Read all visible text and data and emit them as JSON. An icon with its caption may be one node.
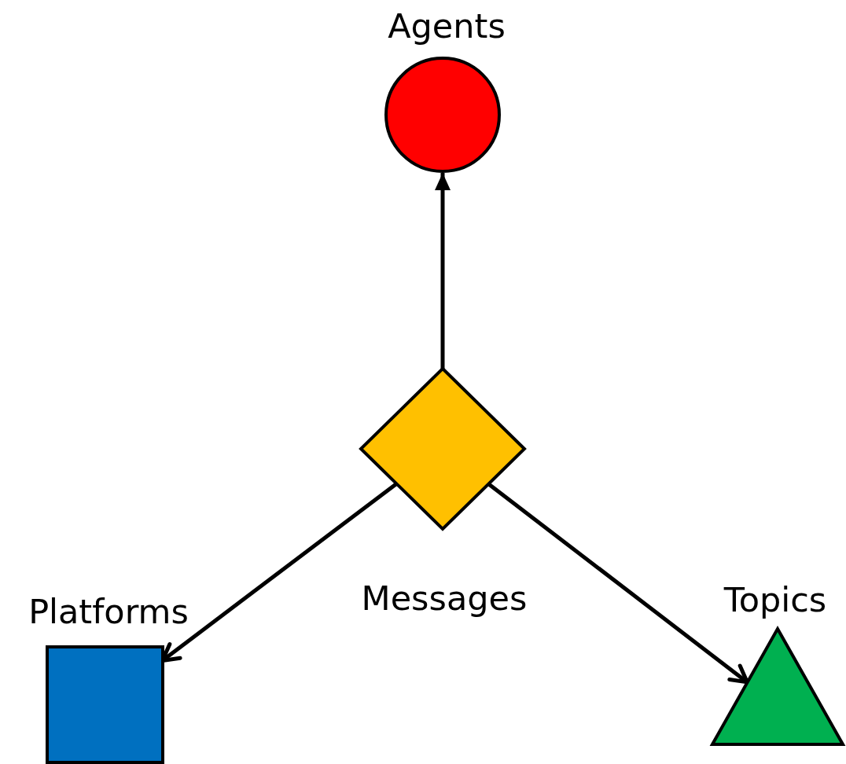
{
  "diagram": {
    "nodes": [
      {
        "text": [
          "Agents"
        ]
      },
      {
        "text": [
          "Messages"
        ]
      },
      {
        "text": [
          "Platforms"
        ]
      },
      {
        "text": [
          "Topics"
        ]
      }
    ],
    "edges": [
      {
        "from": 1,
        "to": 0,
        "arrow": "to"
      },
      {
        "from": 1,
        "to": 2,
        "arrow": "to"
      },
      {
        "from": 1,
        "to": 3,
        "arrow": "to"
      }
    ]
  }
}
